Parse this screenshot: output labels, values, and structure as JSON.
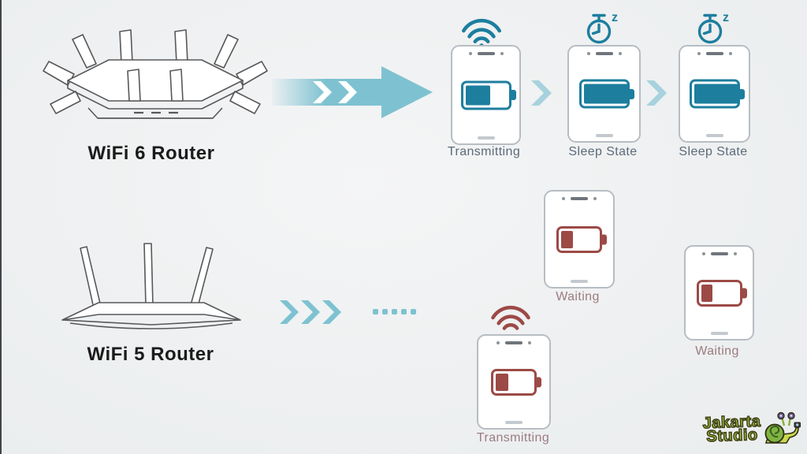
{
  "colors": {
    "background": "#eef0f1",
    "teal_icon": "#1d7e9e",
    "teal_arrow": "#7ec2d1",
    "teal_chevron_light": "#a7d2dd",
    "red_icon": "#9c4a46",
    "label_gray": "#5c6b7a",
    "label_mauve": "#9c7c80",
    "router_line": "#58585a",
    "router_label_color": "#1b1b1b",
    "logo_green": "#a2c93e"
  },
  "wifi6_section": {
    "router_label": "WiFi 6 Router",
    "sleep_z": "z",
    "phones": [
      {
        "label": "Transmitting",
        "icon": "wifi-signal",
        "battery_percent": 55
      },
      {
        "label": "Sleep State",
        "icon": "sleep-timer",
        "battery_percent": 100
      },
      {
        "label": "Sleep State",
        "icon": "sleep-timer",
        "battery_percent": 100
      }
    ]
  },
  "wifi5_section": {
    "router_label": "WiFi 5 Router",
    "phones": [
      {
        "label": "Waiting",
        "icon": "none",
        "battery_percent": 28
      },
      {
        "label": "Transmitting",
        "icon": "wifi-signal",
        "battery_percent": 30
      },
      {
        "label": "Waiting",
        "icon": "none",
        "battery_percent": 28
      }
    ]
  },
  "watermark": {
    "line1": "Jakarta",
    "line2": "Studio"
  }
}
